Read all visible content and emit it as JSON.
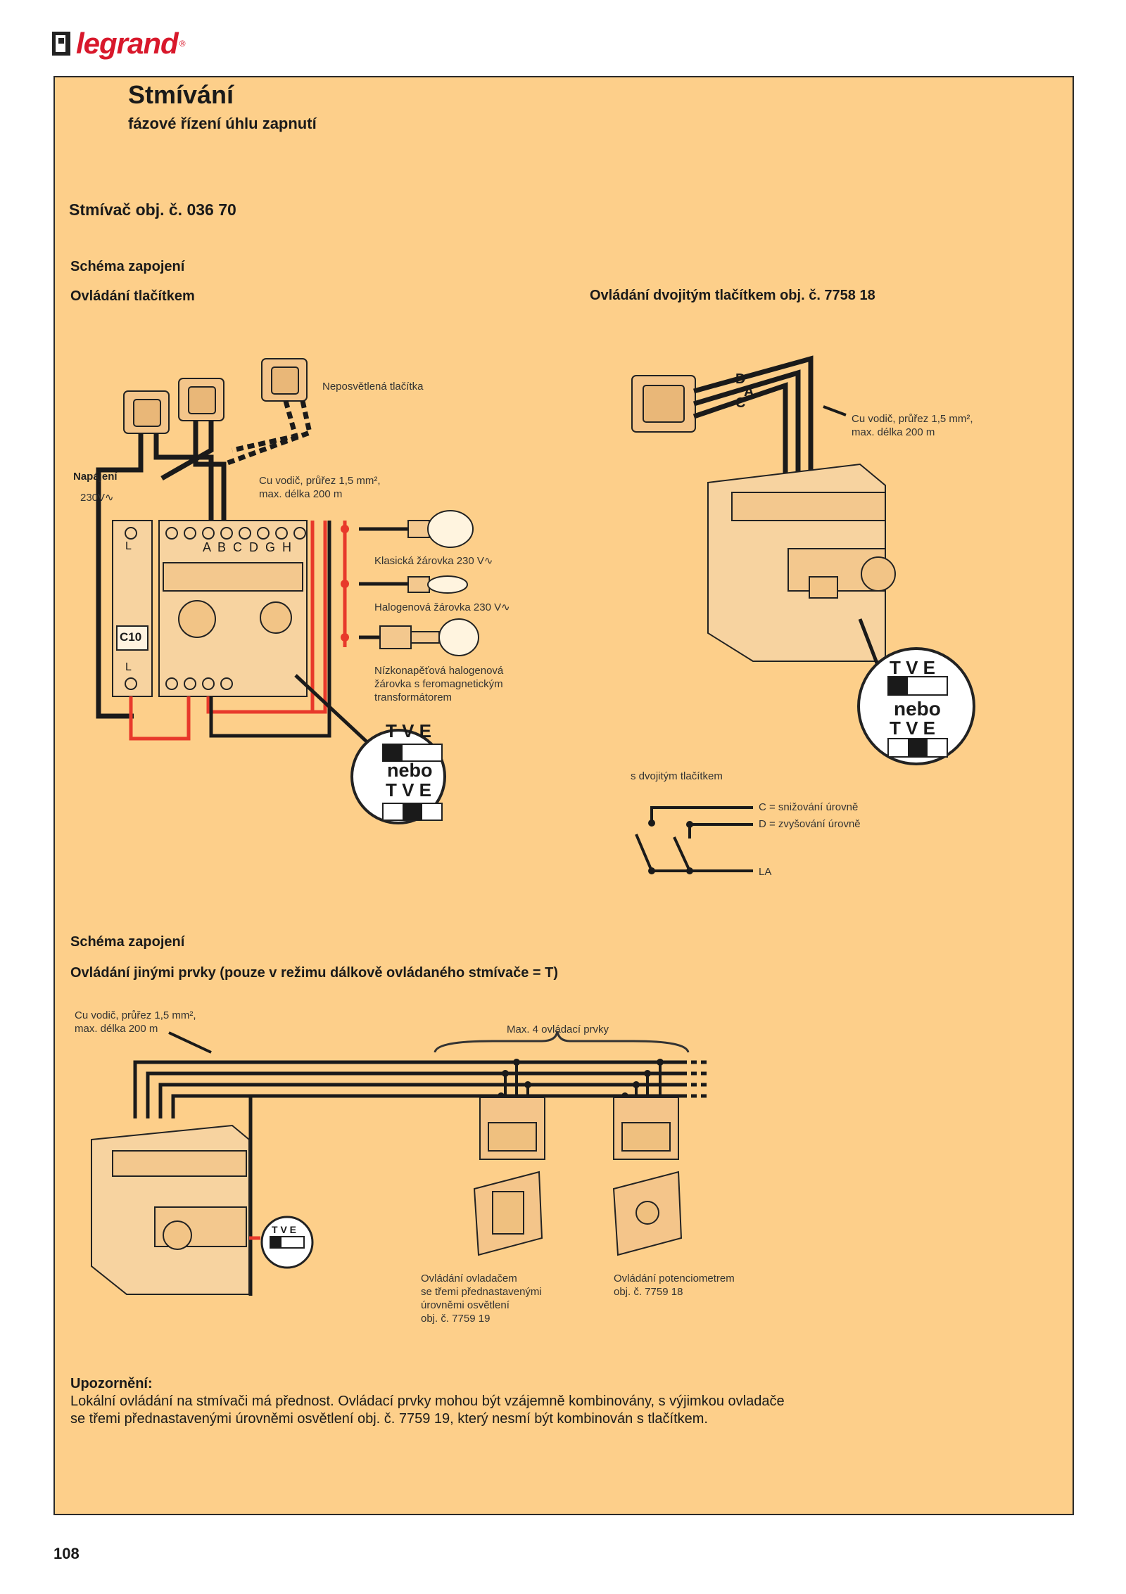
{
  "brand": {
    "name": "legrand",
    "reg": "®"
  },
  "header": {
    "title": "Stmívání",
    "subtitle": "fázové řízení úhlu zapnutí"
  },
  "product": "Stmívač obj. č. 036 70",
  "section1": {
    "heading": "Schéma zapojení",
    "left_title": "Ovládání tlačítkem",
    "right_title": "Ovládání dvojitým tlačítkem obj. č. 7758 18"
  },
  "diagram1": {
    "buttons_label": "Neposvětlená tlačítka",
    "wire_label_1": "Cu vodič, průřez 1,5 mm²,",
    "wire_label_2": "max. délka 200 m",
    "supply_label": "Napájení",
    "supply_voltage": "230V∿",
    "lamp1": "Klasická žárovka 230 V∿",
    "lamp2": "Halogenová žárovka 230 V∿",
    "lamp3_1": "Nízkonapěťová halogenová",
    "lamp3_2": "žárovka s feromagnetickým",
    "lamp3_3": "transformátorem",
    "breaker_top": "L",
    "breaker_rating": "C10",
    "breaker_bottom": "L",
    "terminals_top": "A  B  C  D  G  H",
    "switch_tve": "T V E",
    "switch_or": "nebo",
    "switch_tve2": "T V E"
  },
  "diagram2": {
    "wire_letters": [
      "D",
      "A",
      "C"
    ],
    "wire_label_1": "Cu vodič, průřez 1,5 mm²,",
    "wire_label_2": "max. délka 200 m",
    "switch_tve": "T V E",
    "switch_or": "nebo",
    "switch_tve2": "T V E",
    "legend_title": "s dvojitým tlačítkem",
    "legend_c": "C = snižování úrovně",
    "legend_d": "D = zvyšování úrovně",
    "legend_la": "LA"
  },
  "section2": {
    "heading": "Schéma zapojení",
    "title": "Ovládání jinými prvky (pouze v režimu dálkově ovládaného stmívače = T)"
  },
  "diagram3": {
    "wire_label_1": "Cu vodič, průřez 1,5 mm²,",
    "wire_label_2": "max. délka 200 m",
    "max_label": "Max. 4 ovládací prvky",
    "switch_tve": "T V E",
    "ctrl1_1": "Ovládání ovladačem",
    "ctrl1_2": "se třemi přednastavenými",
    "ctrl1_3": "úrovněmi osvětlení",
    "ctrl1_4": "obj. č. 7759 19",
    "ctrl2_1": "Ovládání potenciometrem",
    "ctrl2_2": "obj. č. 7759 18"
  },
  "warning": {
    "title": "Upozornění:",
    "line1": "Lokální ovládání na stmívači má přednost. Ovládací prvky mohou být vzájemně kombinovány, s výjimkou ovladače",
    "line2": "se třemi přednastavenými úrovněmi osvětlení obj. č. 7759 19, který nesmí být kombinován s tlačítkem."
  },
  "page_number": "108",
  "colors": {
    "panel": "#fdcf8a",
    "brand_red": "#d8182b",
    "wire_red": "#e8392b",
    "wire_black": "#1a1a1a"
  }
}
